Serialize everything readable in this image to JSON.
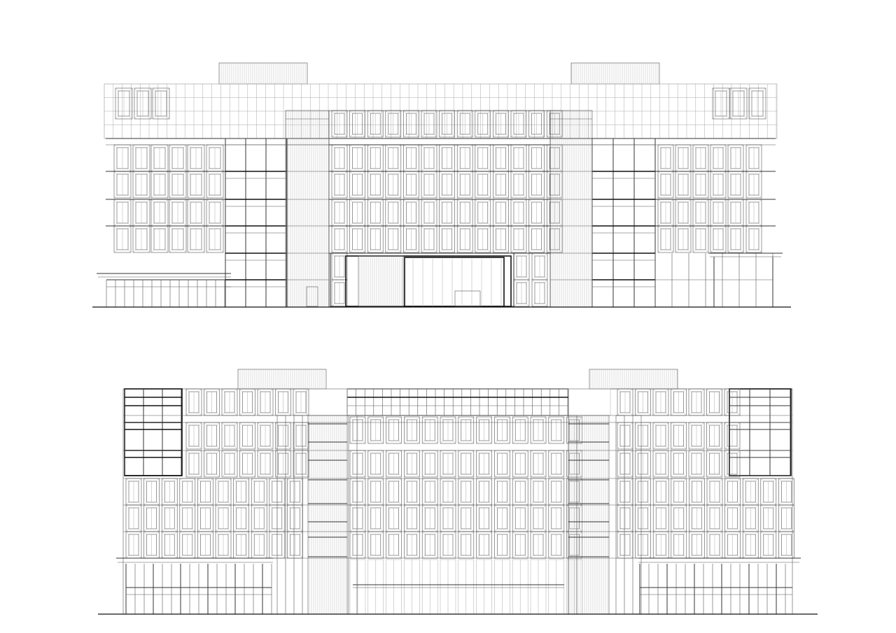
{
  "drawing": {
    "kind": "architectural-elevation-line-drawing",
    "background": "#ffffff",
    "line_color": "#111111",
    "elevations": [
      {
        "id": "front-elevation",
        "floors": 8,
        "has_entrance_canopy": true
      },
      {
        "id": "rear-elevation",
        "floors": 8,
        "has_entrance_canopy": false
      }
    ]
  }
}
